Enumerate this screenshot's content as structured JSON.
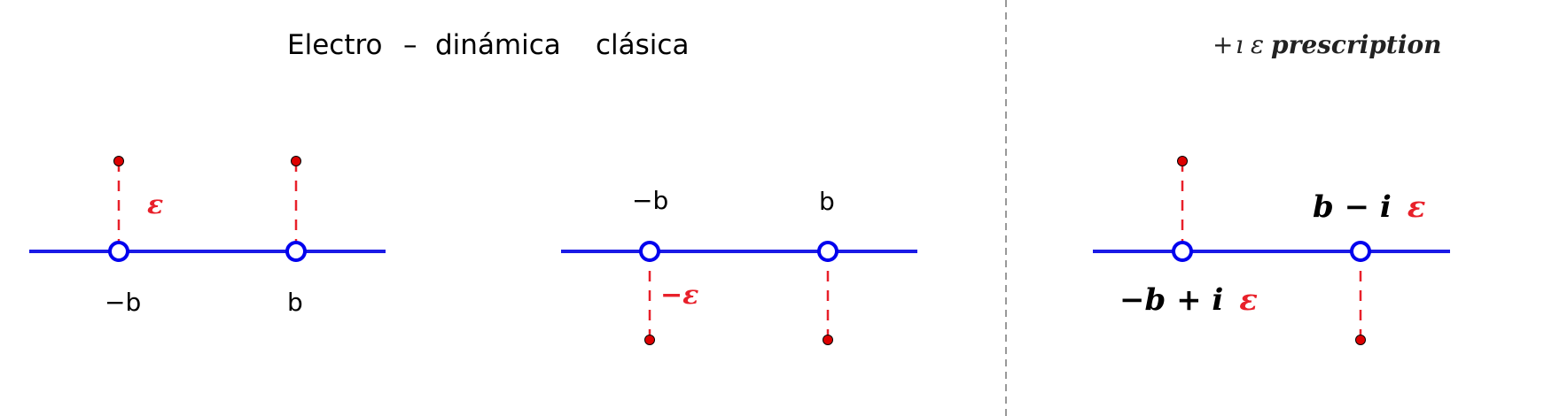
{
  "left_panel": {
    "title": {
      "word1": "Electro",
      "dash": "–",
      "word2": "dinámica",
      "word3": "clásica"
    },
    "diagram1": {
      "epsilon_label": "ε",
      "pole_labels": [
        "−b",
        "b"
      ]
    },
    "diagram2": {
      "pole_labels": [
        "−b",
        "b"
      ],
      "epsilon_label": "−ε"
    }
  },
  "right_panel": {
    "title": {
      "sign": "+",
      "i": "ı",
      "epsilon": "ε",
      "word": "prescription"
    },
    "diagram3": {
      "upper_label": {
        "base": "b − i",
        "eps": "ε"
      },
      "lower_label": {
        "base": "−b + i",
        "eps": "ε"
      }
    }
  },
  "colors": {
    "axis": "#1a1ae6",
    "pole_outline": "#0000ee",
    "dashed_line": "#e8202a",
    "red_point": "#dd0000",
    "epsilon_text": "#e8202a",
    "label_text": "#000000",
    "divider": "#999999"
  }
}
